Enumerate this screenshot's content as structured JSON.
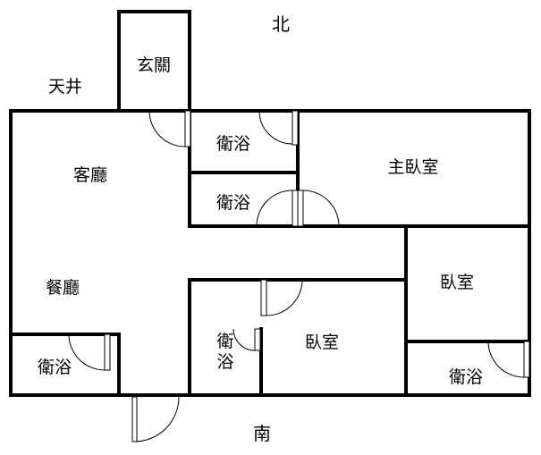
{
  "compass": {
    "north": "北",
    "south": "南"
  },
  "outside": {
    "light_well": "天井"
  },
  "rooms": {
    "entrance": "玄關",
    "bath_top": "衛浴",
    "bath_mid": "衛浴",
    "master_bedroom": "主臥室",
    "living_room": "客廳",
    "dining_room": "餐廳",
    "bedroom_right": "臥室",
    "bath_bottom_left": "衛浴",
    "bath_center_line1": "衛",
    "bath_center_line2": "浴",
    "bedroom_center": "臥室",
    "bath_bottom_right": "衛浴"
  }
}
